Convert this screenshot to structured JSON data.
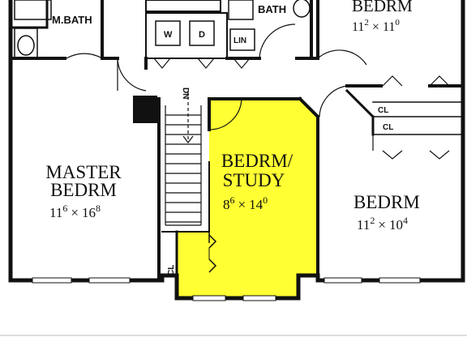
{
  "rooms": {
    "master_bath": {
      "label": "M.BATH"
    },
    "bath": {
      "label": "BATH"
    },
    "washer": {
      "label": "W"
    },
    "dryer": {
      "label": "D"
    },
    "linen": {
      "label": "LIN"
    },
    "bedrm_top": {
      "label": "BEDRM",
      "dim_w": "11",
      "dim_w_exp": "2",
      "dim_sep": "×",
      "dim_h": "11",
      "dim_h_exp": "0"
    },
    "master_bedrm": {
      "label_line1": "MASTER",
      "label_line2": "BEDRM",
      "dim_w": "11",
      "dim_w_exp": "6",
      "dim_sep": "×",
      "dim_h": "16",
      "dim_h_exp": "8"
    },
    "study": {
      "label_line1": "BEDRM/",
      "label_line2": "STUDY",
      "dim_w": "8",
      "dim_w_exp": "6",
      "dim_sep": "×",
      "dim_h": "14",
      "dim_h_exp": "0"
    },
    "bedrm_right": {
      "label": "BEDRM",
      "dim_w": "11",
      "dim_w_exp": "2",
      "dim_sep": "×",
      "dim_h": "10",
      "dim_h_exp": "4"
    }
  },
  "closets": {
    "cl1": "CL",
    "cl2": "CL",
    "cl3": "CL"
  },
  "stair": {
    "label": "DN"
  },
  "colors": {
    "highlight": "#ffff33",
    "wall": "#111111",
    "background": "#ffffff"
  }
}
